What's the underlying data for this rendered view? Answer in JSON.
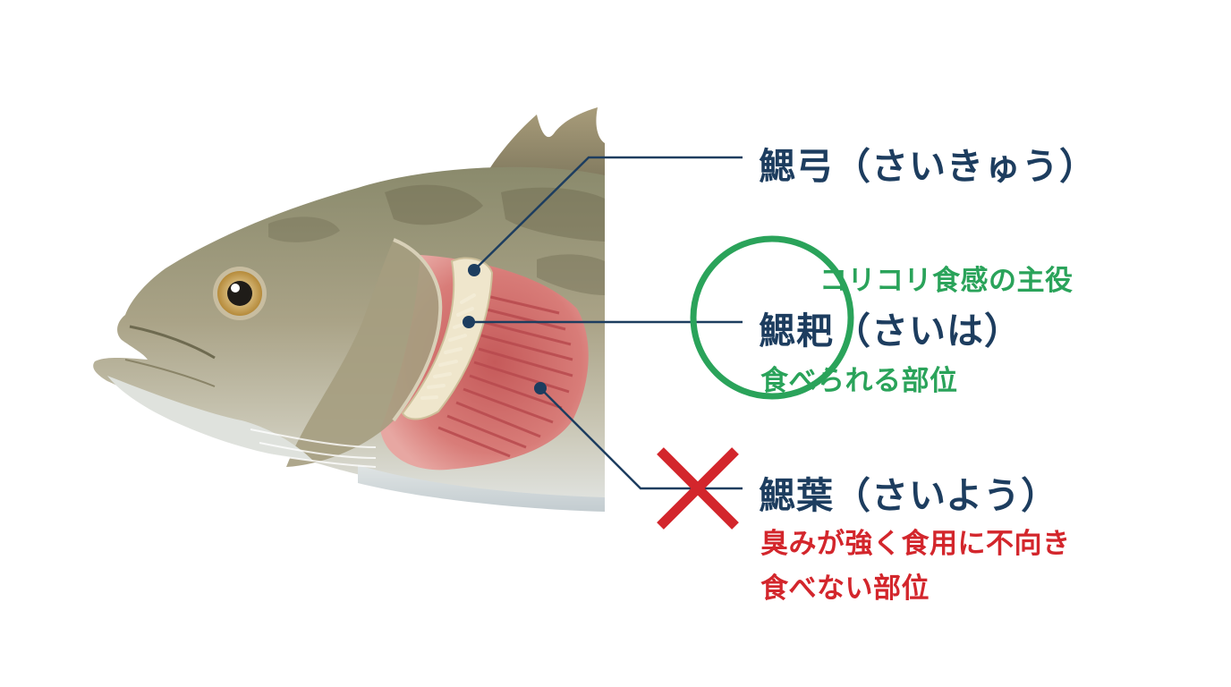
{
  "labels": {
    "saikyu": {
      "title": "鰓弓（さいきゅう）"
    },
    "saiha": {
      "title": "鰓耙（さいは）",
      "note_top": "コリコリ食感の主役",
      "note_bottom": "食べられる部位"
    },
    "saiyo": {
      "title": "鰓葉（さいよう）",
      "note_line1": "臭みが強く食用に不向き",
      "note_line2": "食べない部位"
    }
  },
  "colors": {
    "title": "#1d3d5f",
    "edible": "#2aa35a",
    "inedible": "#d3262c",
    "leader": "#1d3d5f"
  },
  "icons": {
    "edible_mark": "circle-icon",
    "inedible_mark": "cross-icon"
  }
}
